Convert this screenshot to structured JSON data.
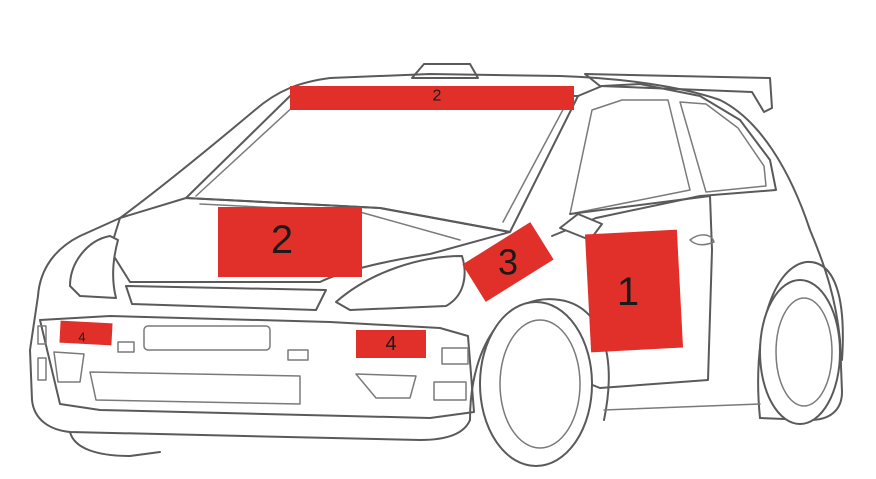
{
  "zones": [
    {
      "id": "door",
      "label": "1"
    },
    {
      "id": "windshield-top",
      "label": "2"
    },
    {
      "id": "hood",
      "label": "2"
    },
    {
      "id": "fender",
      "label": "3"
    },
    {
      "id": "bumper-left",
      "label": "4"
    },
    {
      "id": "bumper-center",
      "label": "4"
    }
  ],
  "colors": {
    "zone": "#e03029",
    "outline": "#5a5a5a",
    "background": "#ffffff"
  }
}
